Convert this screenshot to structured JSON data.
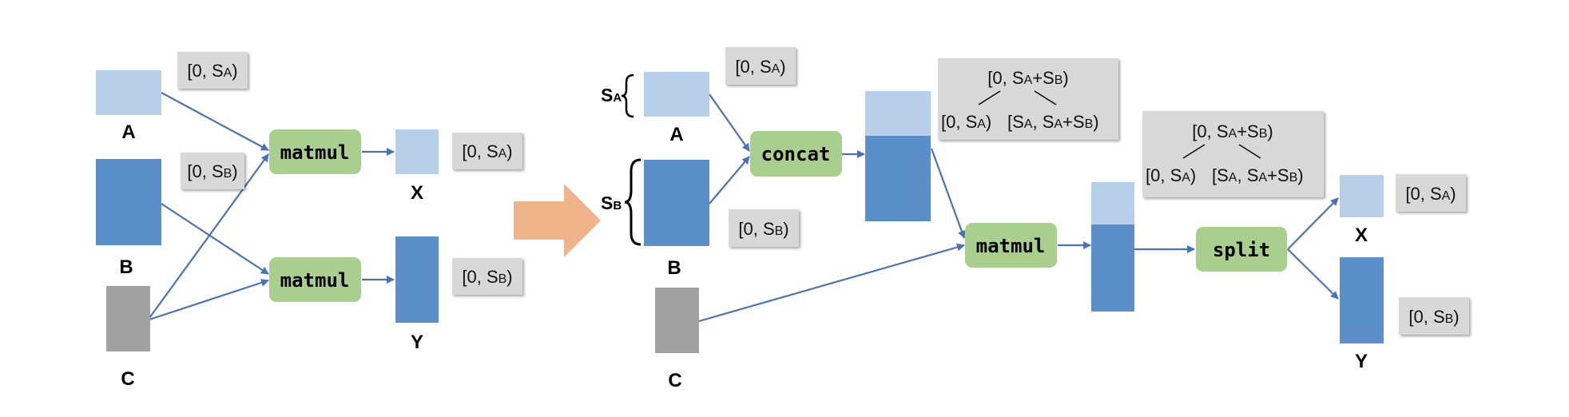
{
  "colors": {
    "light_blue": "#b7cfe8",
    "mid_blue": "#5b8fc9",
    "gray": "#a2a2a2",
    "op_green": "#a9cf8e",
    "range_box": "#d8d8d8",
    "arrow": "#4a72b6",
    "big_arrow": "#f0b48b"
  },
  "left": {
    "labels": {
      "a": "A",
      "b": "B",
      "c": "C",
      "x": "X",
      "y": "Y"
    },
    "ops": {
      "top": "matmul",
      "bottom": "matmul"
    },
    "ranges": {
      "a": {
        "prefix": "[0, S",
        "sub": "A",
        "suffix": ")"
      },
      "b": {
        "prefix": "[0, S",
        "sub": "B",
        "suffix": ")"
      },
      "x": {
        "prefix": "[0, S",
        "sub": "A",
        "suffix": ")"
      },
      "y": {
        "prefix": "[0, S",
        "sub": "B",
        "suffix": ")"
      }
    }
  },
  "right": {
    "labels": {
      "a": "A",
      "b": "B",
      "c": "C",
      "x": "X",
      "y": "Y"
    },
    "size_labels": {
      "sa": {
        "main": "S",
        "sub": "A"
      },
      "sb": {
        "main": "S",
        "sub": "B"
      }
    },
    "ops": {
      "concat": "concat",
      "matmul": "matmul",
      "split": "split"
    },
    "ranges": {
      "a": {
        "prefix": "[0, S",
        "sub": "A",
        "suffix": ")"
      },
      "b": {
        "prefix": "[0, S",
        "sub": "B",
        "suffix": ")"
      },
      "x": {
        "prefix": "[0, S",
        "sub": "A",
        "suffix": ")"
      },
      "y": {
        "prefix": "[0, S",
        "sub": "B",
        "suffix": ")"
      }
    },
    "concat_range": {
      "root": [
        "[0, S",
        "A",
        "+S",
        "B",
        ")"
      ],
      "left": [
        "[0, S",
        "A",
        ")"
      ],
      "right": [
        "[S",
        "A",
        ", S",
        "A",
        "+S",
        "B",
        ")"
      ]
    },
    "split_range": {
      "root": [
        "[0, S",
        "A",
        "+S",
        "B",
        ")"
      ],
      "left": [
        "[0, S",
        "A",
        ")"
      ],
      "right": [
        "[S",
        "A",
        ", S",
        "A",
        "+S",
        "B",
        ")"
      ]
    }
  }
}
